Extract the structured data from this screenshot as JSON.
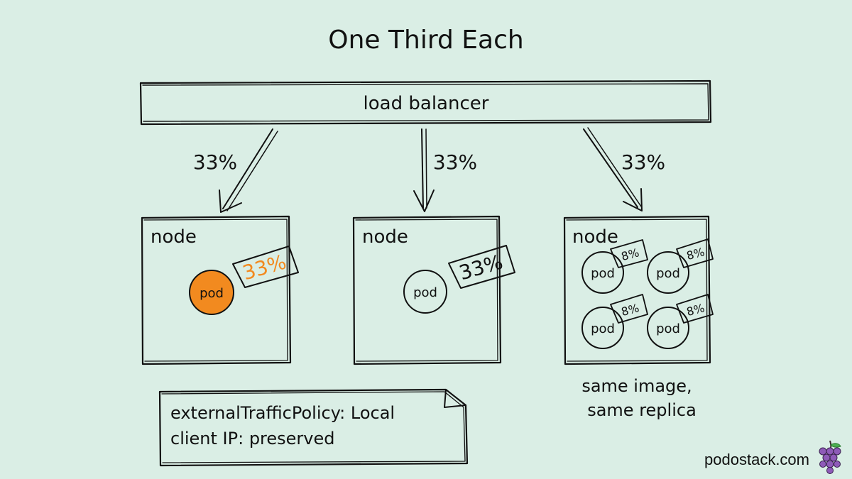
{
  "title": "One Third Each",
  "load_balancer": {
    "label": "load balancer"
  },
  "arrows": [
    {
      "label": "33%"
    },
    {
      "label": "33%"
    },
    {
      "label": "33%"
    }
  ],
  "nodes": [
    {
      "label": "node",
      "pods": [
        {
          "label": "pod",
          "share": "33%",
          "highlight": true
        }
      ]
    },
    {
      "label": "node",
      "pods": [
        {
          "label": "pod",
          "share": "33%",
          "highlight": false
        }
      ]
    },
    {
      "label": "node",
      "pods": [
        {
          "label": "pod",
          "share": "8%",
          "highlight": false
        },
        {
          "label": "pod",
          "share": "8%",
          "highlight": false
        },
        {
          "label": "pod",
          "share": "8%",
          "highlight": false
        },
        {
          "label": "pod",
          "share": "8%",
          "highlight": false
        }
      ],
      "caption_line1": "same image,",
      "caption_line2": "same replica"
    }
  ],
  "note": {
    "line1": "externalTrafficPolicy: Local",
    "line2": "client IP: preserved"
  },
  "footer": {
    "site": "podostack.com",
    "logo_icon": "grapes-icon"
  },
  "colors": {
    "background": "#daeee5",
    "highlight": "#f28a1f",
    "ink": "#111111"
  }
}
